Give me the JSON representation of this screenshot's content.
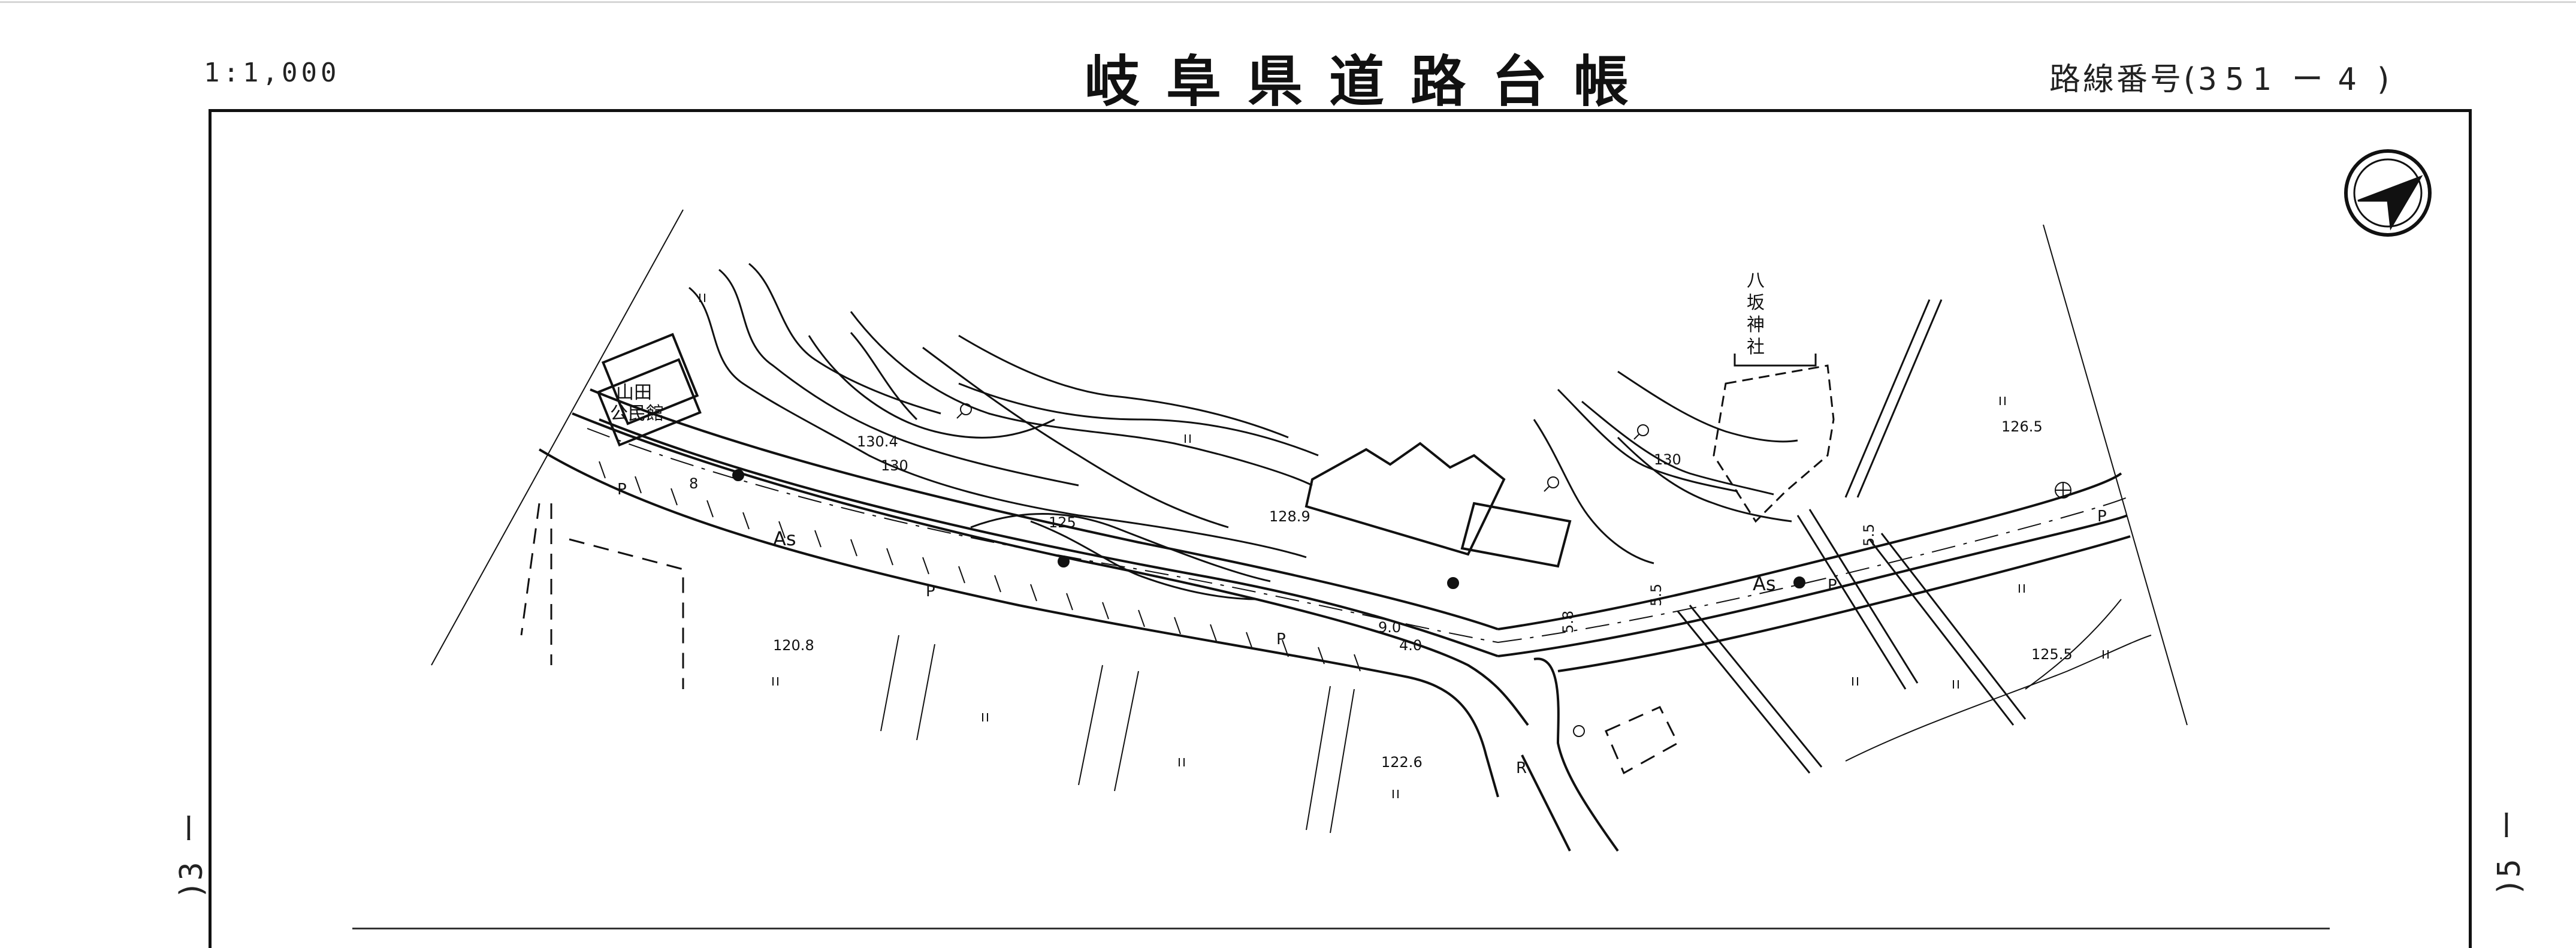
{
  "header": {
    "scale": "1:1,000",
    "title": "岐阜県道路台帳",
    "route_label": "路線番号",
    "route_open": "(",
    "route_number": "351",
    "route_dash": "ー",
    "route_sheet": "4",
    "route_close": ")"
  },
  "side_refs": {
    "left": ")3 ー",
    "right": ")5 ー"
  },
  "map": {
    "buildings": {
      "hall_line1": "山田",
      "hall_line2": "公民館",
      "shrine": [
        "八",
        "坂",
        "神",
        "社"
      ]
    },
    "road_labels": [
      "As",
      "As",
      "P",
      "P",
      "P",
      "P",
      "P",
      "R"
    ],
    "spot_elevations": [
      "130.4",
      "130",
      "125",
      "128.9",
      "120.8",
      "122.6",
      "130",
      "126.5",
      "125.5"
    ],
    "widths": [
      "9.0",
      "4.0",
      "5.8",
      "5.5",
      "5.5",
      "8"
    ],
    "symbols": {
      "north_arrow": "north-arrow-icon",
      "tree": "broadleaf-tree-symbol",
      "field": "field-symbol",
      "utility_pole": "utility-pole-symbol"
    },
    "colors": {
      "ink": "#111111",
      "paper": "#ffffff"
    }
  }
}
